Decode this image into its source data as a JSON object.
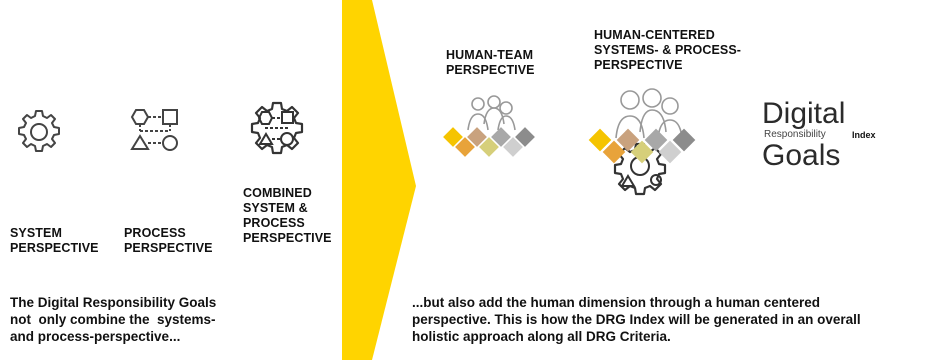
{
  "left": {
    "items": [
      {
        "label": "SYSTEM\nPERSPECTIVE",
        "icon": "gear-icon"
      },
      {
        "label": "PROCESS\nPERSPECTIVE",
        "icon": "process-flow-icon"
      },
      {
        "label": "COMBINED\nSYSTEM &\nPROCESS\nPERSPECTIVE",
        "icon": "combined-gear-process-icon"
      }
    ],
    "caption": "The Digital Responsibility Goals\nnot  only combine the  systems-\nand process-perspective..."
  },
  "divider": {
    "color": "#FFD400",
    "icon": "chevron-arrow"
  },
  "right": {
    "human_team_label": "HUMAN-TEAM\nPERSPECTIVE",
    "human_centered_label": "HUMAN-CENTERED\nSYSTEMS- & PROCESS-\nPERSPECTIVE",
    "logo": {
      "word1": "Digital",
      "word2": "Responsibility",
      "word3": "Index",
      "word4": "Goals"
    },
    "caption": "...but also add the human dimension through a human centered\nperspective. This is how the DRG Index will be generated in an overall\nholistic approach along all DRG Criteria."
  },
  "colors": {
    "accent_yellow": "#FFD400",
    "diamond_palette": [
      "#F5C400",
      "#E8A33A",
      "#C9A27E",
      "#D6CF7A",
      "#A8A8A8",
      "#CFCFCF",
      "#8C8C8C"
    ],
    "icon_gray": "#555555"
  }
}
